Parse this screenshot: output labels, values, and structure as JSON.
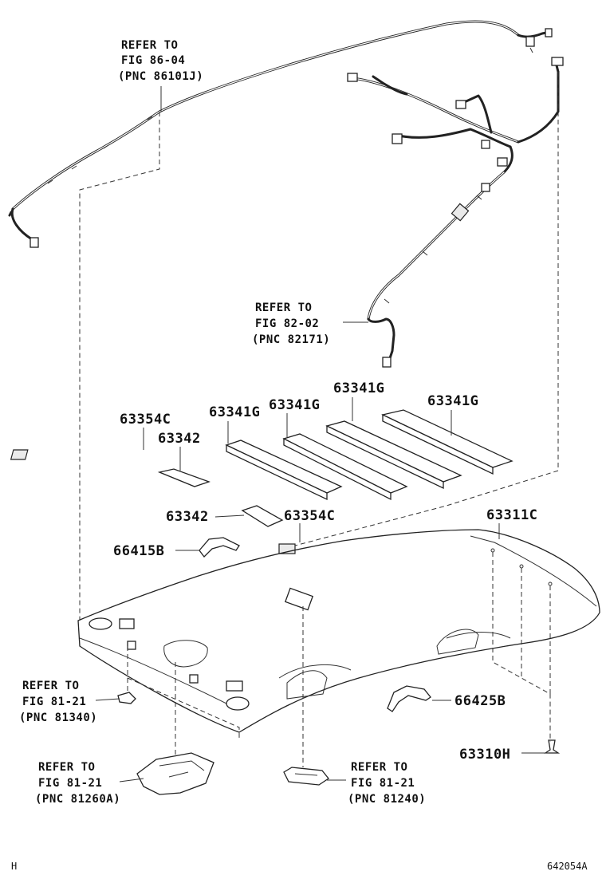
{
  "refer_notes": [
    {
      "id": "wire-86",
      "lines": [
        "REFER TO",
        "FIG 86-04",
        "(PNC 86101J)"
      ]
    },
    {
      "id": "wire-82",
      "lines": [
        "REFER TO",
        "FIG 82-02",
        "(PNC 82171)"
      ]
    },
    {
      "id": "lamp-81340",
      "lines": [
        "REFER TO",
        "FIG 81-21",
        "(PNC 81340)"
      ]
    },
    {
      "id": "lamp-81260a",
      "lines": [
        "REFER TO",
        "FIG 81-21",
        "(PNC 81260A)"
      ]
    },
    {
      "id": "lamp-81240",
      "lines": [
        "REFER TO",
        "FIG 81-21",
        "(PNC 81240)"
      ]
    }
  ],
  "part_labels": {
    "p63354c_a": "63354C",
    "p63342_a": "63342",
    "p63341g_a": "63341G",
    "p63341g_b": "63341G",
    "p63341g_c": "63341G",
    "p63341g_d": "63341G",
    "p63342_b": "63342",
    "p63354c_b": "63354C",
    "p63311c": "63311C",
    "p66415b": "66415B",
    "p66425b": "66425B",
    "p63310h": "63310H"
  },
  "footer": {
    "left_mark": "H",
    "figure_code": "642054A"
  }
}
